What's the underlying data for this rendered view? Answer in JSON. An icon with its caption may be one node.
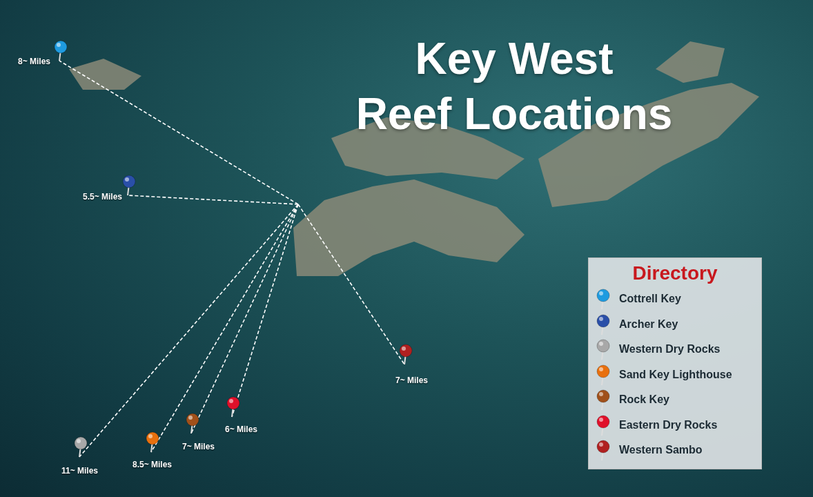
{
  "diagram": {
    "title": "Key West Reef Locations",
    "nodes": [
      {
        "text": [],
        "shape": "pin",
        "beside": [
          "8~ Miles"
        ]
      },
      {
        "text": [],
        "shape": "pin",
        "beside": [
          "5.5~ Miles"
        ]
      },
      {
        "text": [],
        "shape": "pin",
        "beside": [
          "7~ Miles"
        ]
      },
      {
        "text": [],
        "shape": "pin",
        "beside": [
          "6~ Miles"
        ]
      },
      {
        "text": [],
        "shape": "pin",
        "beside": [
          "7~ Miles"
        ]
      },
      {
        "text": [],
        "shape": "pin",
        "beside": [
          "8.5~ Miles"
        ]
      },
      {
        "text": [],
        "shape": "pin",
        "beside": [
          "11~ Miles"
        ]
      }
    ],
    "edges": [
      {
        "from": null,
        "to": 0,
        "arrow": "none",
        "style": "dashed"
      },
      {
        "from": null,
        "to": 1,
        "arrow": "none",
        "style": "dashed"
      },
      {
        "from": null,
        "to": 2,
        "arrow": "none",
        "style": "dashed"
      },
      {
        "from": null,
        "to": 3,
        "arrow": "none",
        "style": "dashed"
      },
      {
        "from": null,
        "to": 4,
        "arrow": "none",
        "style": "dashed"
      },
      {
        "from": null,
        "to": 5,
        "arrow": "none",
        "style": "dashed"
      },
      {
        "from": null,
        "to": 6,
        "arrow": "none",
        "style": "dashed"
      }
    ],
    "labels": [
      "Directory"
    ],
    "legend": [
      {
        "text": "Cottrell Key",
        "color": "#1e9be0"
      },
      {
        "text": "Archer Key",
        "color": "#2a4fa8"
      },
      {
        "text": "Western Dry Rocks",
        "color": "#a8a8a8"
      },
      {
        "text": "Sand Key Lighthouse",
        "color": "#e8700e"
      },
      {
        "text": "Rock Key",
        "color": "#a0501a"
      },
      {
        "text": "Eastern Dry Rocks",
        "color": "#e0102a"
      },
      {
        "text": "Western Sambo",
        "color": "#b02020"
      }
    ]
  }
}
